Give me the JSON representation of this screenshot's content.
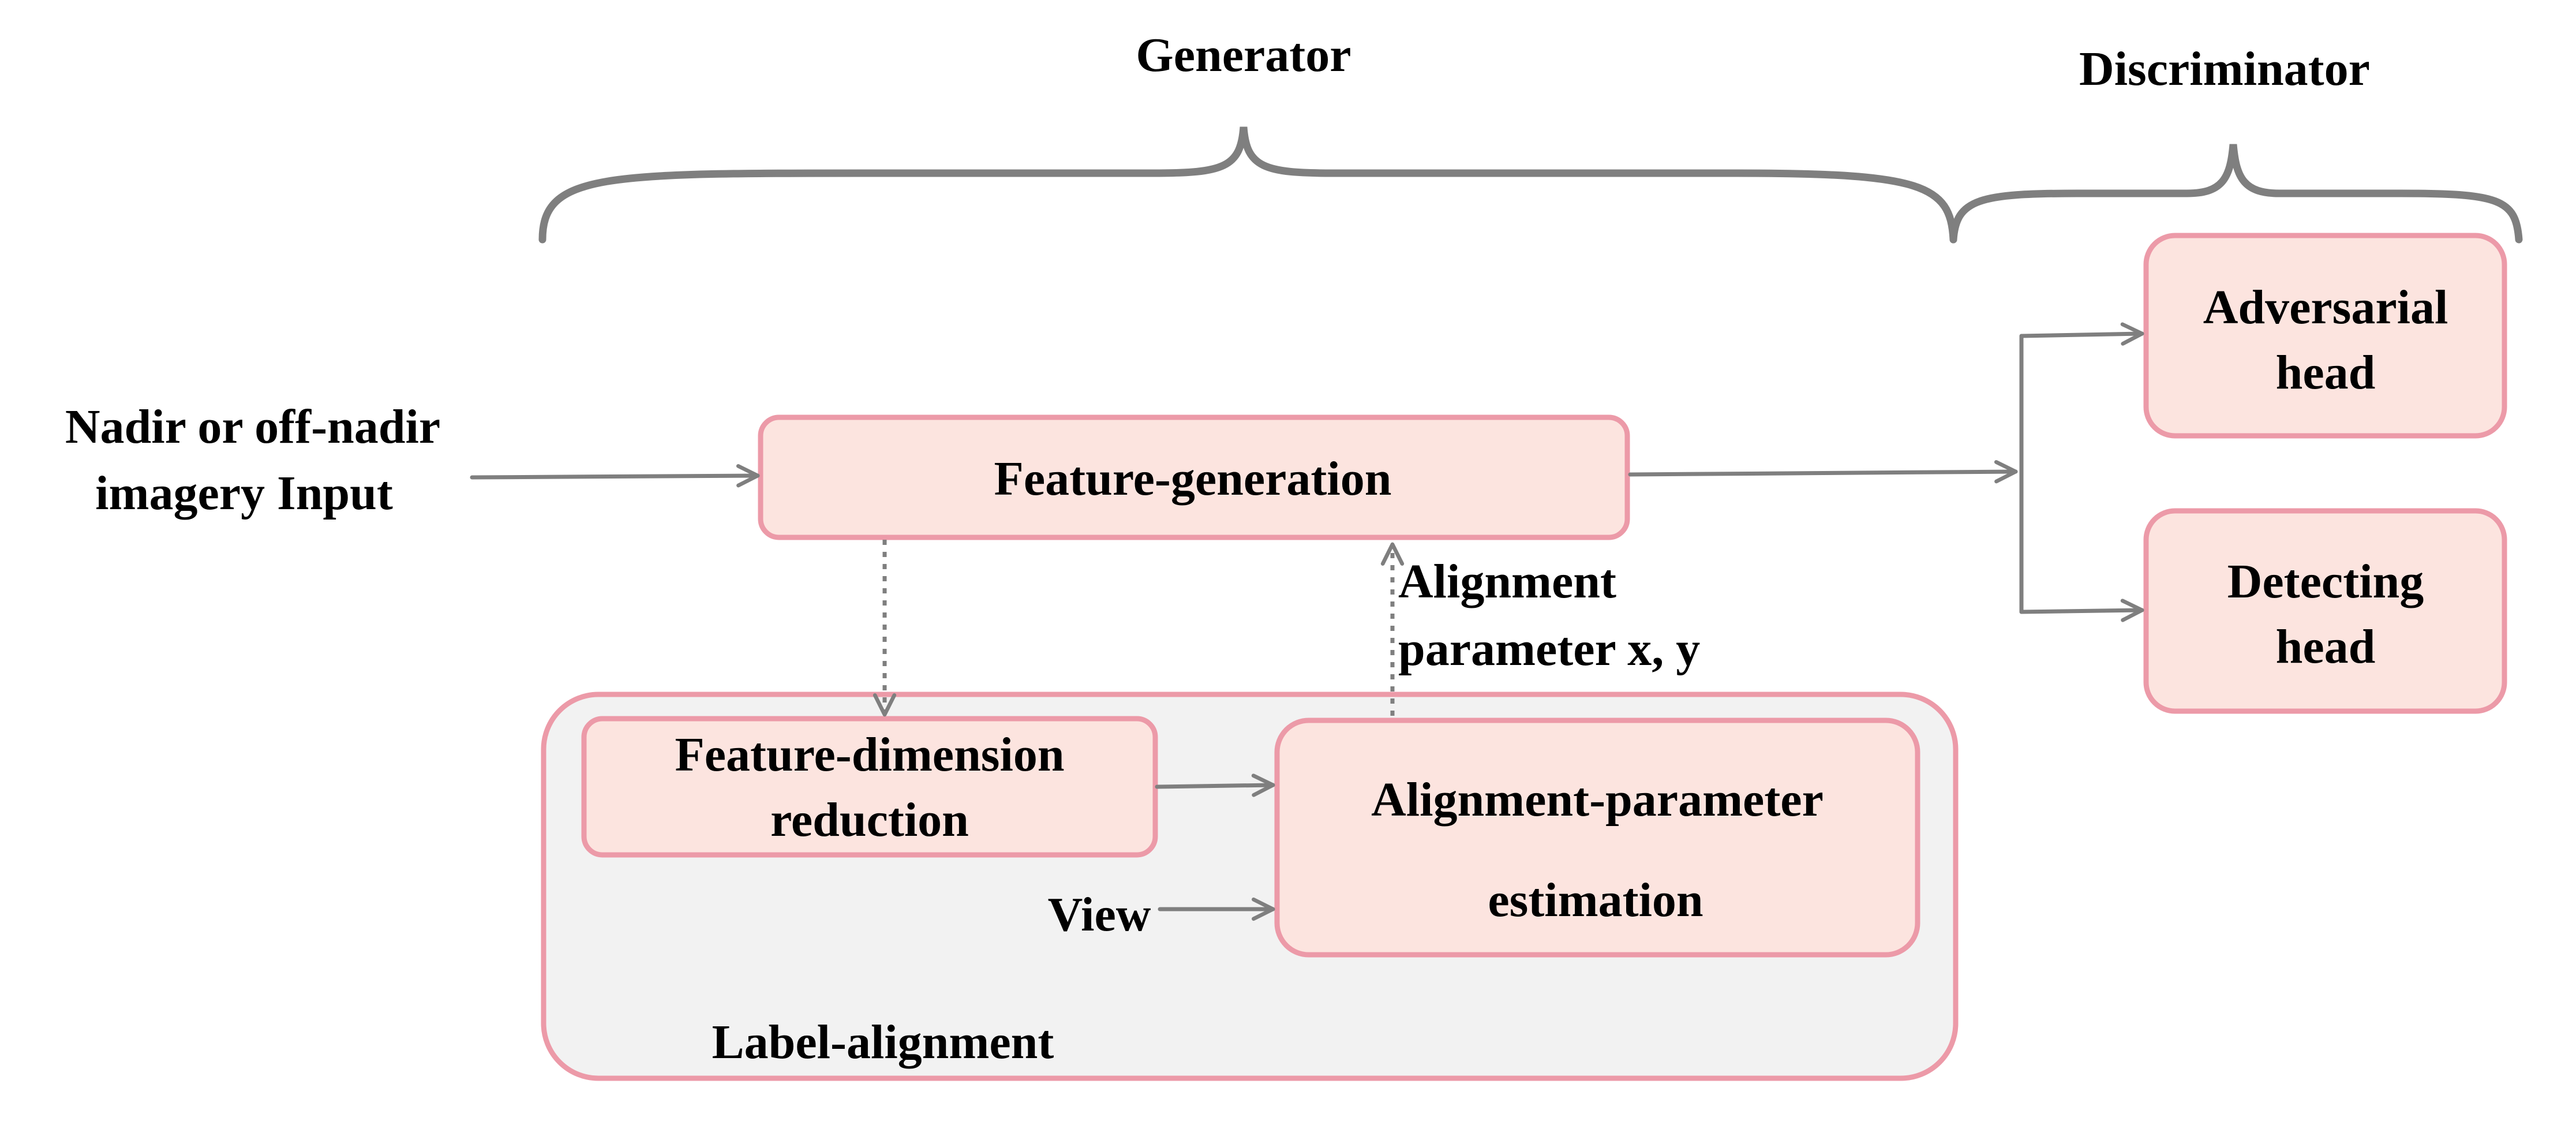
{
  "braces": {
    "generator_label": "Generator",
    "discriminator_label": "Discriminator"
  },
  "input": {
    "line1": "Nadir or off-nadir",
    "line2": "imagery Input"
  },
  "feature_generation": {
    "label": "Feature-generation"
  },
  "alignment_feedback": {
    "line1": "Alignment",
    "line2": "parameter x, y"
  },
  "label_alignment": {
    "title": "Label-alignment",
    "feature_dimension_reduction": {
      "line1": "Feature-dimension",
      "line2": "reduction"
    },
    "alignment_parameter_estimation": {
      "line1": "Alignment-parameter",
      "line2": "estimation"
    },
    "view_label": "View"
  },
  "heads": {
    "adversarial": {
      "line1": "Adversarial",
      "line2": "head"
    },
    "detecting": {
      "line1": "Detecting",
      "line2": "head"
    }
  },
  "colors": {
    "box_fill": "#fce4df",
    "box_stroke": "#ec9aa8",
    "group_fill": "#f2f2f2",
    "line": "#7f7f7f"
  }
}
